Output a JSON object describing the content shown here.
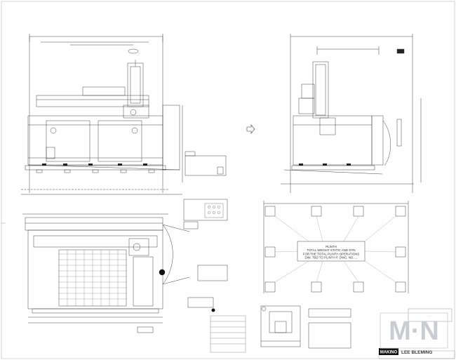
{
  "drawing": {
    "note_center": "PLINTH\nTOTAL WEIGHT STATIC AND DYN\nFOR THE TOTAL PLINTH OPERATIONS\nDIM. TBD TO PLINTH P. DWG. NO. ...",
    "logo_monogram": "M·N",
    "brand_badge": "MAKINO",
    "brand_text": "LEE BLEMING",
    "title_note": "...",
    "accent_black": "#111111",
    "line_color": "#444444",
    "watermark_color": "#c9ccd1"
  }
}
